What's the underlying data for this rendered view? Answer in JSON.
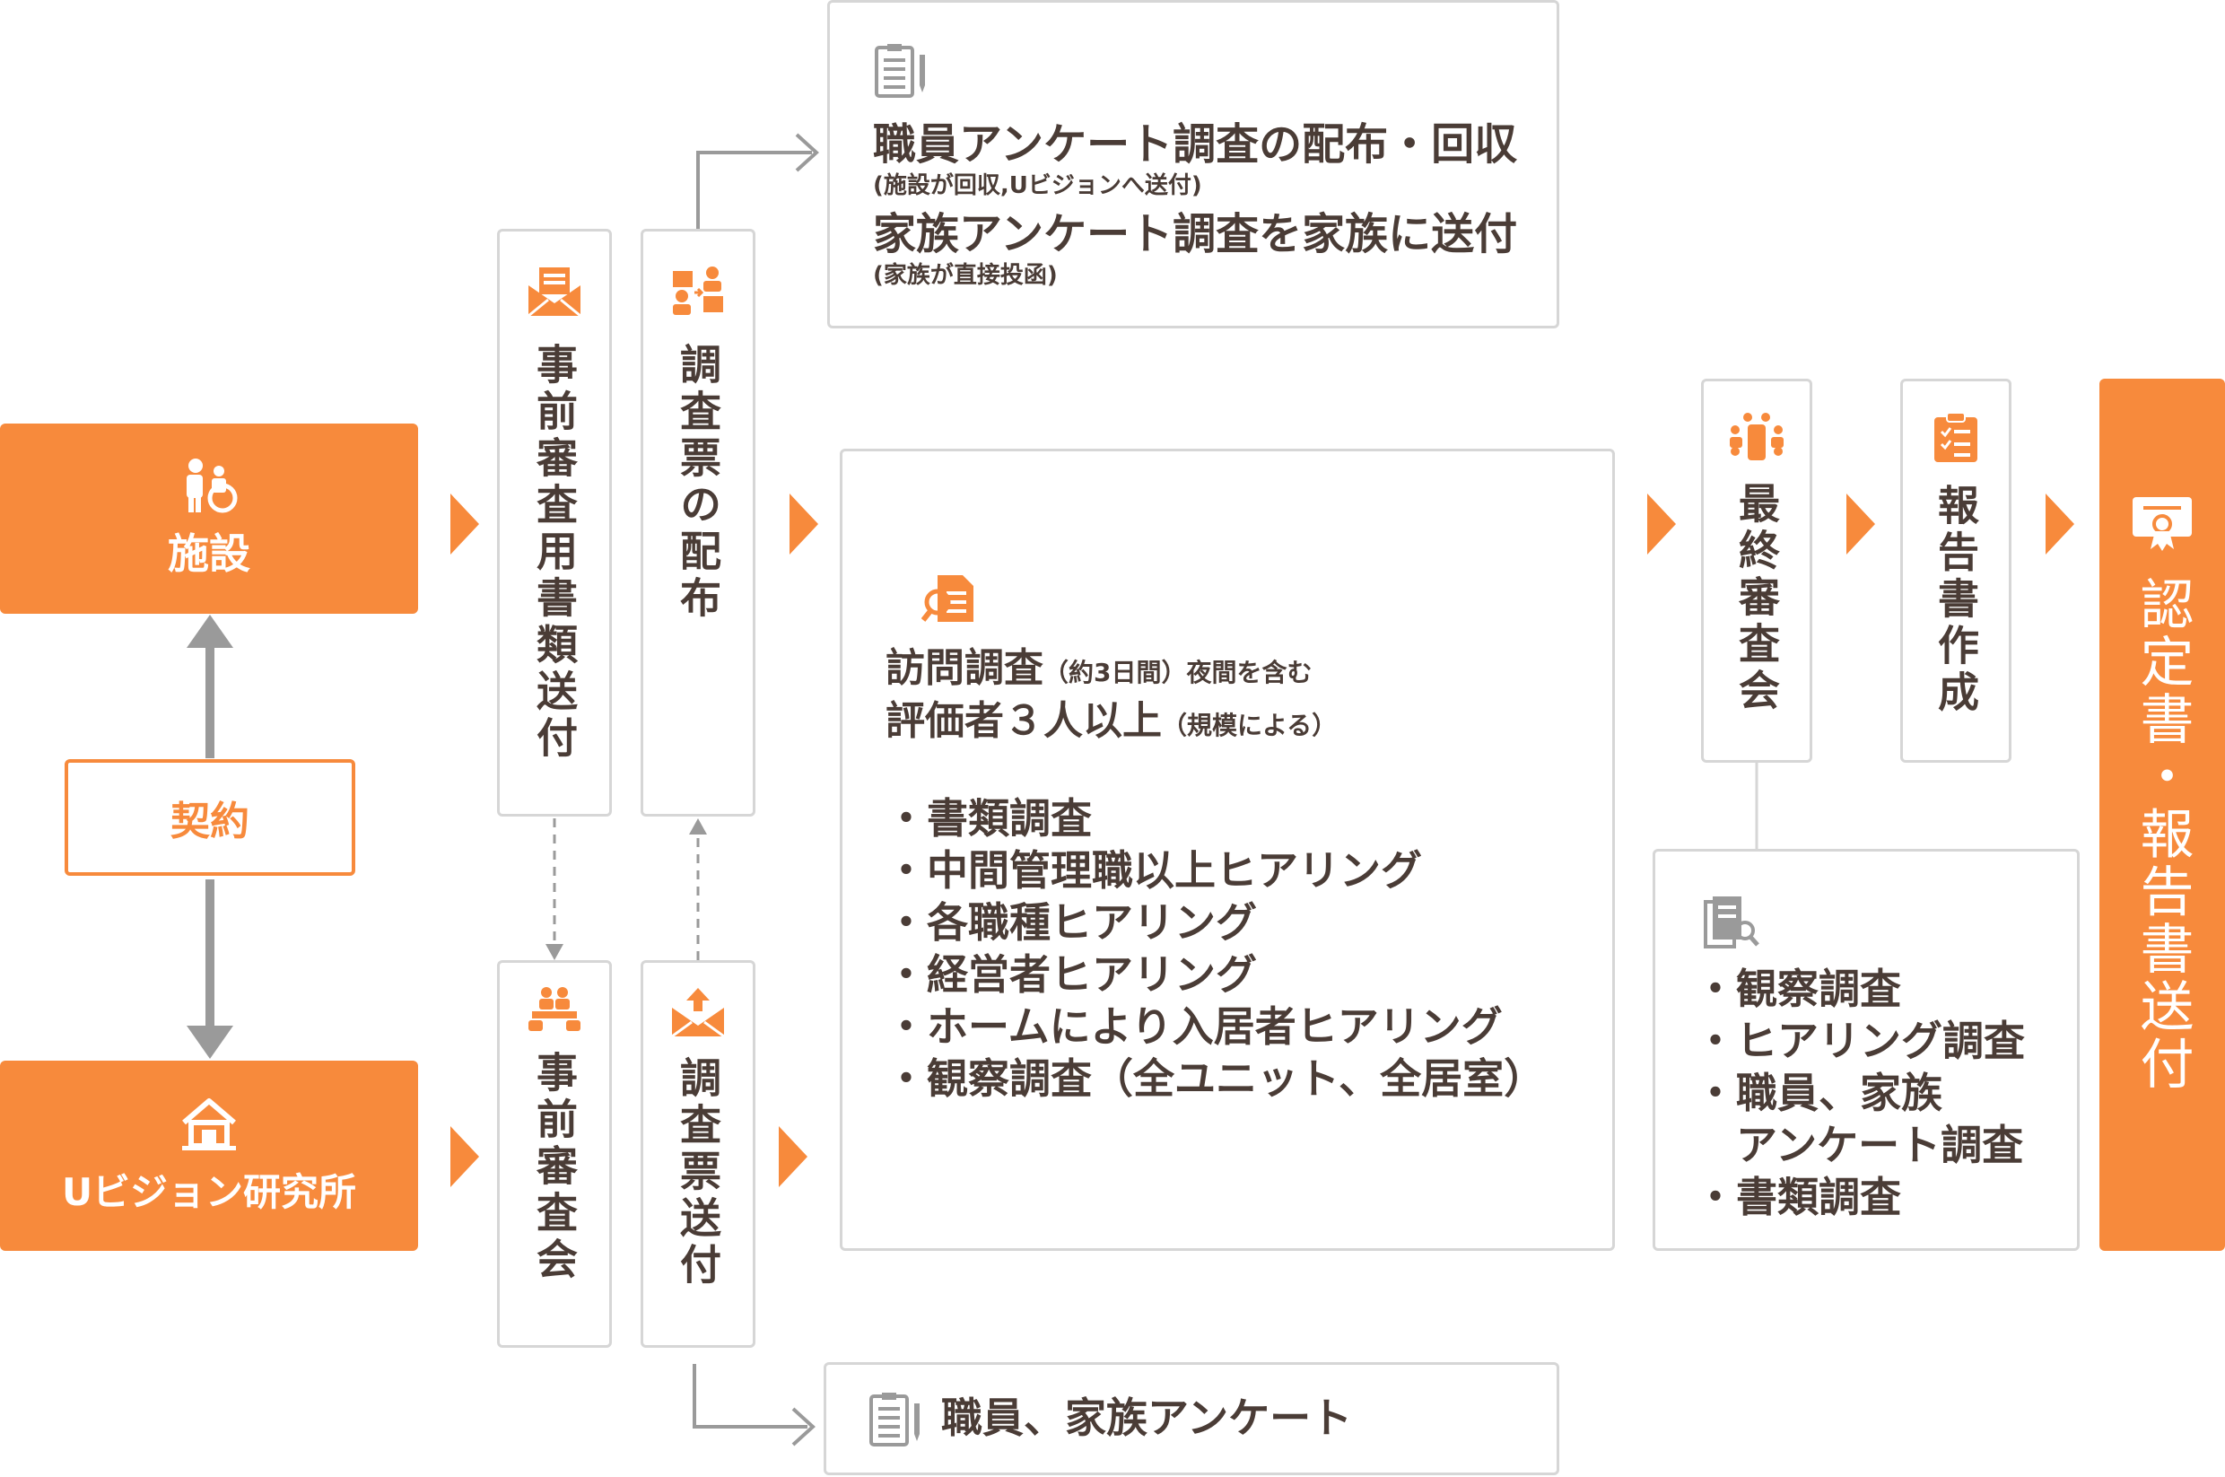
{
  "left": {
    "facility_label": "施設",
    "contract_label": "契約",
    "company_label": "Uビジョン研究所"
  },
  "columns": {
    "pre_docs": "事前審査用書類送付",
    "survey_dist": "調査票の配布",
    "pre_review": "事前審査会",
    "survey_send": "調査票送付"
  },
  "top_box": {
    "line1": "職員アンケート調査の配布・回収",
    "line1_note": "(施設が回収,Uビジョンへ送付)",
    "line2": "家族アンケート調査を家族に送付",
    "line2_note": "(家族が直接投函)"
  },
  "visit_box": {
    "title_main": "訪問調査",
    "title_note": "（約3日間）夜間を含む",
    "line2_main": "評価者３人以上",
    "line2_note": "（規模による）",
    "items": [
      "・書類調査",
      "・中間管理職以上ヒアリング",
      "・各職種ヒアリング",
      "・経営者ヒアリング",
      "・ホームにより入居者ヒアリング",
      "・観察調査（全ユニット、全居室）"
    ]
  },
  "final_review": "最終審査会",
  "report": "報告書作成",
  "cert": "認定書・報告書送付",
  "review_box": {
    "items": [
      "・観察調査",
      "・ヒアリング調査",
      "・職員、家族",
      "　アンケート調査",
      "・書類調査"
    ]
  },
  "bottom_box": {
    "label": "職員、家族アンケート"
  },
  "colors": {
    "accent": "#f78a3c",
    "text": "#4a3c36",
    "border": "#d6d6d6",
    "arrow_gray": "#9a9a9a"
  }
}
